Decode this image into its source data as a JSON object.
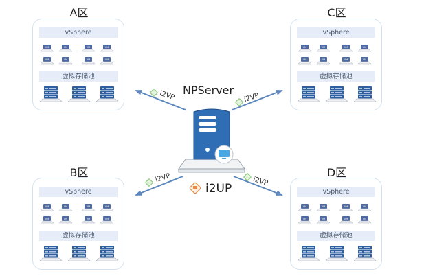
{
  "zones": [
    {
      "id": "A",
      "title": "A区",
      "hypervisor": "vSphere",
      "storage_pool": "虚拟存储池",
      "vm_count": 8,
      "storage_count": 3,
      "vm_label": "VM"
    },
    {
      "id": "C",
      "title": "C区",
      "hypervisor": "vSphere",
      "storage_pool": "虚拟存储池",
      "vm_count": 8,
      "storage_count": 3,
      "vm_label": "VM"
    },
    {
      "id": "B",
      "title": "B区",
      "hypervisor": "vSphere",
      "storage_pool": "虚拟存储池",
      "vm_count": 8,
      "storage_count": 3,
      "vm_label": "VM"
    },
    {
      "id": "D",
      "title": "D区",
      "hypervisor": "vSphere",
      "storage_pool": "虚拟存储池",
      "vm_count": 8,
      "storage_count": 3,
      "vm_label": "VM"
    }
  ],
  "server": {
    "title": "NPServer"
  },
  "product": {
    "label": "i2UP"
  },
  "links": [
    {
      "to": "A",
      "label": "i2VP"
    },
    {
      "to": "C",
      "label": "i2VP"
    },
    {
      "to": "B",
      "label": "i2VP"
    },
    {
      "to": "D",
      "label": "i2VP"
    }
  ],
  "colors": {
    "server_blue": "#2f6db5",
    "arrow_blue": "#5b87bd",
    "panel_border": "#d3e1ee",
    "band_bg": "#e6edf8",
    "i2vp_green": "#7cbf6a",
    "i2up_orange": "#e8884a"
  }
}
